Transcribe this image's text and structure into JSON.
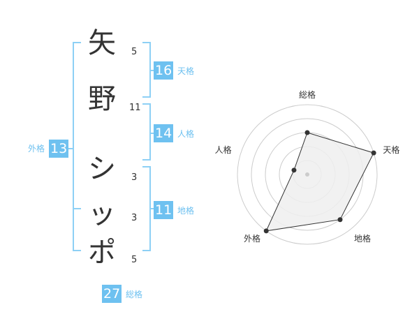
{
  "name_chars": [
    {
      "char": "矢",
      "strokes": "5"
    },
    {
      "char": "野",
      "strokes": "11"
    },
    {
      "char": "シ",
      "strokes": "3"
    },
    {
      "char": "ッ",
      "strokes": "3"
    },
    {
      "char": "ポ",
      "strokes": "5"
    }
  ],
  "kakusu": {
    "tenkaku": {
      "value": "16",
      "label": "天格"
    },
    "jinkaku": {
      "value": "14",
      "label": "人格"
    },
    "chikaku": {
      "value": "11",
      "label": "地格"
    },
    "gaikaku": {
      "value": "13",
      "label": "外格"
    },
    "soukaku": {
      "value": "27",
      "label": "総格"
    }
  },
  "colors": {
    "accent": "#6ec1f0",
    "bracket": "#8dd0f5",
    "text": "#333333",
    "radar_fill": "#eeeeee",
    "radar_grid": "#cccccc"
  },
  "chart_data": {
    "type": "radar",
    "axes": [
      "総格",
      "天格",
      "地格",
      "外格",
      "人格"
    ],
    "values": [
      3,
      5,
      4,
      5,
      1
    ],
    "rmax": 5,
    "rings": 5
  }
}
